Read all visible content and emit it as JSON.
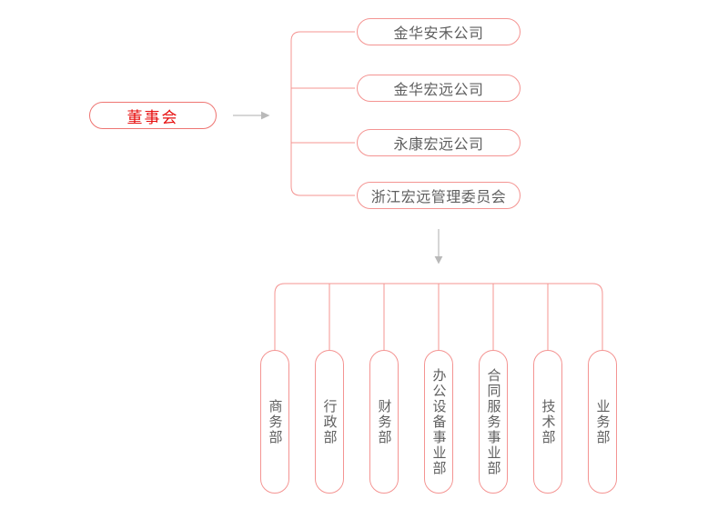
{
  "chart_data": {
    "type": "org-chart",
    "root": {
      "label": "董事会"
    },
    "companies": [
      {
        "label": "金华安禾公司"
      },
      {
        "label": "金华宏远公司"
      },
      {
        "label": "永康宏远公司"
      },
      {
        "label": "浙江宏远管理委员会"
      }
    ],
    "departments": [
      {
        "label": "商务部"
      },
      {
        "label": "行政部"
      },
      {
        "label": "财务部"
      },
      {
        "label": "办公设备事业部"
      },
      {
        "label": "合同服务事业部"
      },
      {
        "label": "技术部"
      },
      {
        "label": "业务部"
      }
    ]
  },
  "colors": {
    "root_border_color": "#ee7572",
    "root_text_color": "#e60d0d",
    "node_border_color": "#f49492",
    "node_text_color": "#5f5f5f",
    "connector_color": "#f49492",
    "arrow_color": "#c9c9c9",
    "arrow_head_color": "#b9b9b9",
    "background_color": "#ffffff"
  }
}
